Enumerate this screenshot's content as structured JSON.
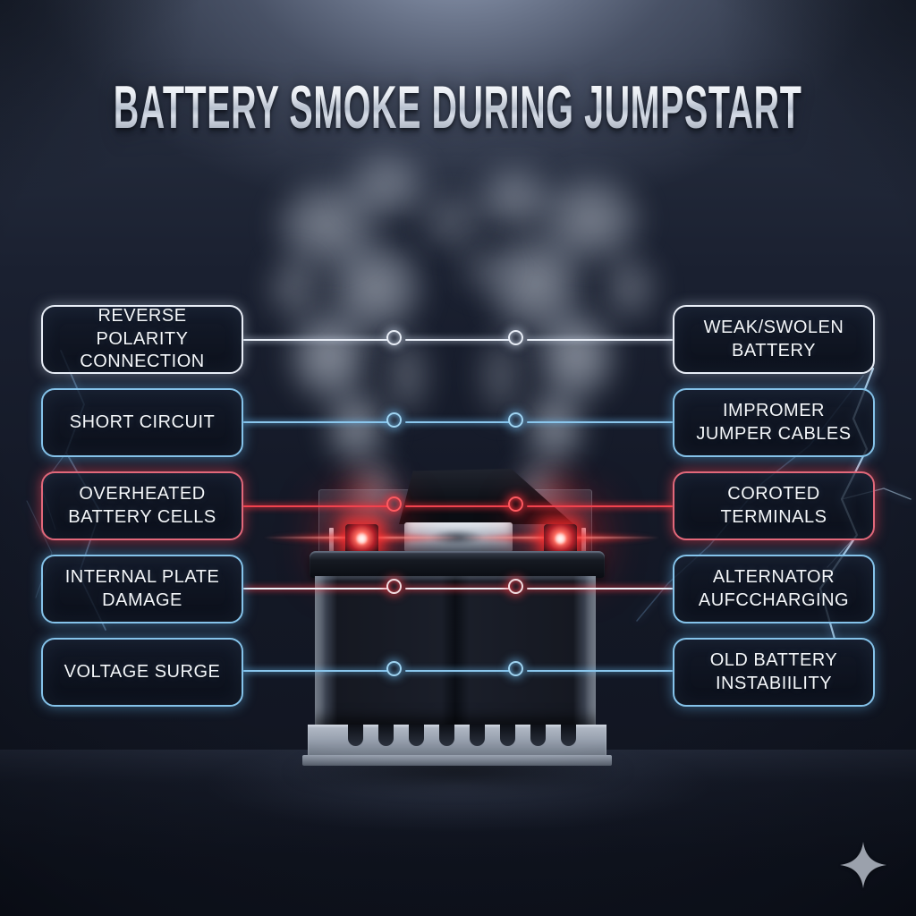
{
  "title": "BATTERY SMOKE DURING JUMPSTART",
  "left_causes": [
    {
      "label": "REVERSE POLARITY CONNECTION",
      "accent": "white"
    },
    {
      "label": "SHORT CIRCUIT",
      "accent": "blue"
    },
    {
      "label": "OVERHEATED BATTERY CELLS",
      "accent": "red"
    },
    {
      "label": "INTERNAL PLATE DAMAGE",
      "accent": "blue"
    },
    {
      "label": "VOLTAGE SURGE",
      "accent": "blue"
    }
  ],
  "right_causes": [
    {
      "label": "WEAK/SWOLEN BATTERY",
      "accent": "white"
    },
    {
      "label": "IMPROMER JUMPER CABLES",
      "accent": "blue"
    },
    {
      "label": "COROTED TERMINALS",
      "accent": "red"
    },
    {
      "label": "ALTERNATOR AUFCCHARGING",
      "accent": "blue"
    },
    {
      "label": "OLD BATTERY INSTABIILITY",
      "accent": "blue"
    }
  ],
  "connectors": [
    {
      "accent": "white"
    },
    {
      "accent": "blue"
    },
    {
      "accent": "red"
    },
    {
      "accent": "whitered"
    },
    {
      "accent": "blue"
    }
  ],
  "colors": {
    "background_dark": "#141927",
    "accent_white": "#e9eef7",
    "accent_blue": "#85c3ea",
    "accent_red": "#e2687a",
    "terminal_glow_red": "#ff2d33",
    "title_silver": "#d6dce6",
    "smoke_white": "#dde5f0"
  },
  "watermark": {
    "icon": "sparkle-icon"
  }
}
